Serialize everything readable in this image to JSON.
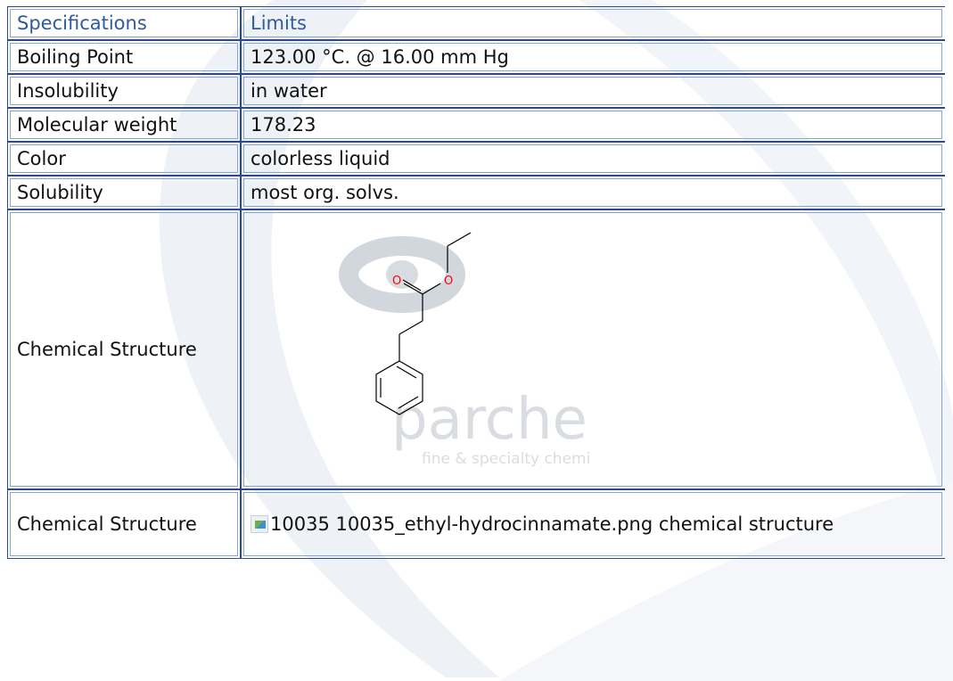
{
  "table": {
    "header": {
      "spec": "Specifications",
      "limits": "Limits"
    },
    "rows": [
      {
        "spec": "Boiling Point",
        "value": "123.00 °C. @ 16.00 mm Hg"
      },
      {
        "spec": "Insolubility",
        "value": "in water"
      },
      {
        "spec": "Molecular weight",
        "value": "178.23"
      },
      {
        "spec": "Color",
        "value": "colorless liquid"
      },
      {
        "spec": "Solubility",
        "value": "most org. solvs."
      }
    ],
    "structure_row": {
      "spec": "Chemical Structure",
      "atom_o1": "O",
      "atom_o2": "O"
    },
    "image_row": {
      "spec": "Chemical Structure",
      "alt_text": "10035 10035_ethyl-hydrocinnamate.png chemical structure"
    }
  },
  "watermark": {
    "brand": "parchem",
    "tagline": "fine & specialty chemicals"
  },
  "colors": {
    "header_text": "#2f5b9c",
    "border_dark": "#2a4a8a",
    "border_light": "#8aa4cc",
    "oxygen_red": "#ff0000"
  },
  "icons": {
    "broken_image": "broken-image-icon"
  }
}
